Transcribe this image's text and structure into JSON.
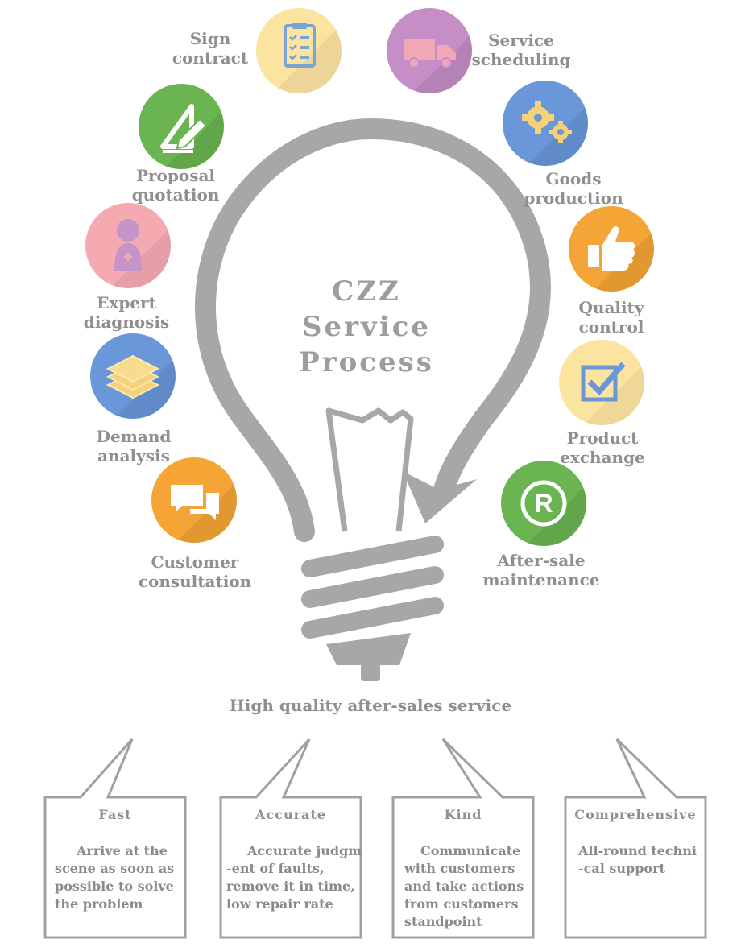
{
  "center": {
    "line1": "CZZ",
    "line2": "Service",
    "line3": "Process"
  },
  "subtitle": "High quality after-sales service",
  "colors": {
    "bulb": "#a7a7a7",
    "text": "#8f8f8f",
    "card_border": "#a0a0a0"
  },
  "steps": [
    {
      "icon": "clipboard-checklist-icon",
      "color": "#fbe3a0",
      "label1": "Sign",
      "label2": "contract"
    },
    {
      "icon": "delivery-truck-icon",
      "color": "#c58ec6",
      "label1": "Service",
      "label2": "scheduling"
    },
    {
      "icon": "set-square-pencil-icon",
      "color": "#6ab552",
      "label1": "Proposal",
      "label2": "quotation"
    },
    {
      "icon": "gears-icon",
      "color": "#6a97d9",
      "label1": "Goods",
      "label2": "production"
    },
    {
      "icon": "person-icon",
      "color": "#f5a9b1",
      "label1": "Expert",
      "label2": "diagnosis"
    },
    {
      "icon": "thumbs-up-icon",
      "color": "#f5a535",
      "label1": "Quality",
      "label2": "control"
    },
    {
      "icon": "layers-icon",
      "color": "#6a97d9",
      "label1": "Demand",
      "label2": "analysis"
    },
    {
      "icon": "checkbox-icon",
      "color": "#fbe3a0",
      "label1": "Product",
      "label2": "exchange"
    },
    {
      "icon": "chat-bubbles-icon",
      "color": "#f5a535",
      "label1": "Customer",
      "label2": "consultation"
    },
    {
      "icon": "registered-mark-icon",
      "color": "#6ab552",
      "label1": "After-sale",
      "label2": "maintenance"
    }
  ],
  "cards": [
    {
      "title": "Fast",
      "lines": [
        "Arrive at the",
        "scene as soon as",
        "possible to solve",
        "the problem"
      ]
    },
    {
      "title": "Accurate",
      "lines": [
        "Accurate judgm",
        "-ent of faults,",
        "remove it in time,",
        "low repair rate"
      ]
    },
    {
      "title": "Kind",
      "lines": [
        "Communicate",
        "with customers",
        "and take actions",
        "from customers",
        "standpoint"
      ]
    },
    {
      "title": "Comprehensive",
      "lines": [
        "All-round techni",
        "-cal support"
      ]
    }
  ]
}
